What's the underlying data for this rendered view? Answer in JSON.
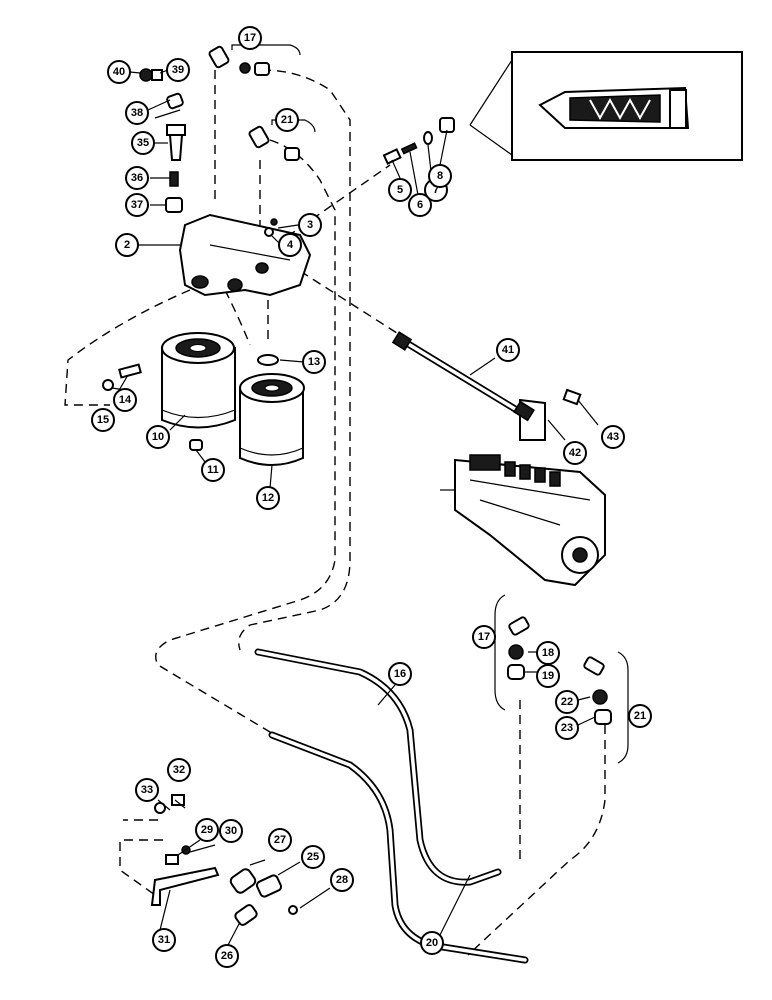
{
  "callouts": [
    {
      "label": "2"
    },
    {
      "label": "3"
    },
    {
      "label": "4"
    },
    {
      "label": "5"
    },
    {
      "label": "6"
    },
    {
      "label": "7"
    },
    {
      "label": "8"
    },
    {
      "label": "10"
    },
    {
      "label": "11"
    },
    {
      "label": "12"
    },
    {
      "label": "13"
    },
    {
      "label": "14"
    },
    {
      "label": "15"
    },
    {
      "label": "16"
    },
    {
      "label": "17"
    },
    {
      "label": "17"
    },
    {
      "label": "18"
    },
    {
      "label": "19"
    },
    {
      "label": "20"
    },
    {
      "label": "21"
    },
    {
      "label": "21"
    },
    {
      "label": "22"
    },
    {
      "label": "23"
    },
    {
      "label": "25"
    },
    {
      "label": "26"
    },
    {
      "label": "27"
    },
    {
      "label": "28"
    },
    {
      "label": "29"
    },
    {
      "label": "30"
    },
    {
      "label": "31"
    },
    {
      "label": "32"
    },
    {
      "label": "33"
    },
    {
      "label": "35"
    },
    {
      "label": "36"
    },
    {
      "label": "37"
    },
    {
      "label": "38"
    },
    {
      "label": "39"
    },
    {
      "label": "40"
    },
    {
      "label": "41"
    },
    {
      "label": "42"
    },
    {
      "label": "43"
    }
  ]
}
